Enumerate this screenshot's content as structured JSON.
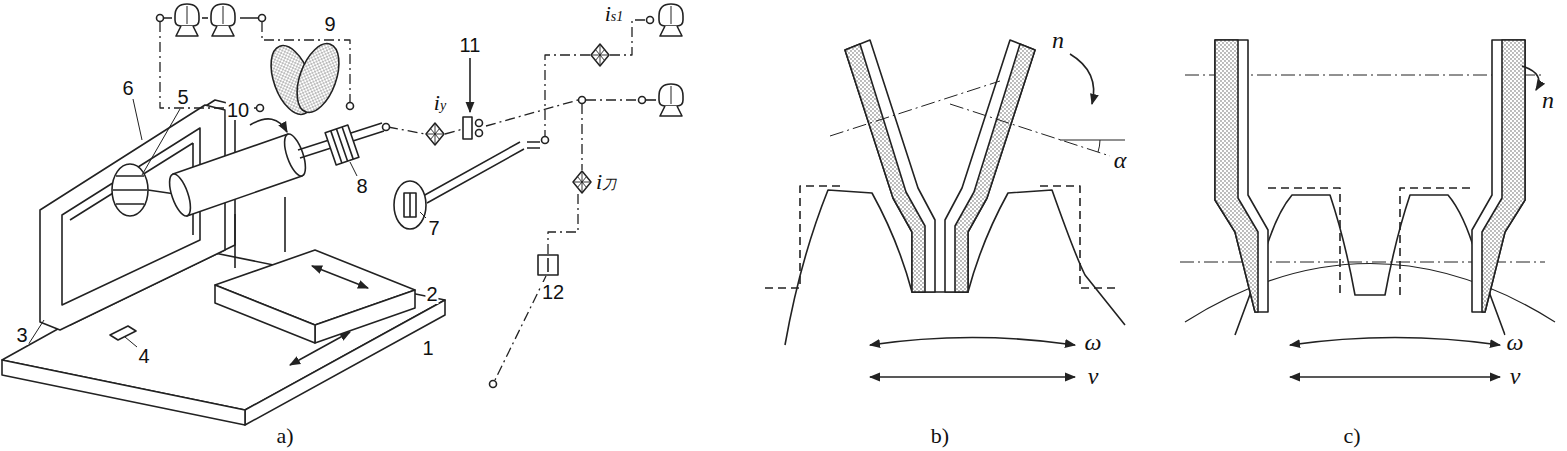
{
  "diagram": {
    "labels": [
      "11",
      "iy",
      "is1",
      "9",
      "10",
      "6",
      "5",
      "8",
      "7",
      "i刀",
      "2",
      "12",
      "3",
      "4",
      "1",
      "n",
      "α",
      "ω",
      "v",
      "n",
      "ω",
      "v",
      "a)",
      "b)",
      "c)"
    ]
  }
}
